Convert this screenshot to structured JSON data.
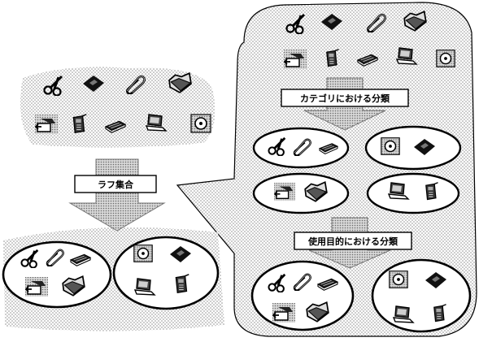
{
  "labels": {
    "rough_set": "ラフ集合",
    "category_classification": "カテゴリにおける分類",
    "purpose_classification": "使用目的における分類"
  },
  "icon_names": {
    "scissors": "scissors-icon",
    "floppy": "floppy-disk-icon",
    "clip": "paper-clip-icon",
    "folder": "open-folder-icon",
    "printer": "printer-icon",
    "phone": "mobile-phone-icon",
    "keyboard": "keyboard-icon",
    "laptop": "laptop-icon",
    "disc": "cd-disc-icon"
  }
}
